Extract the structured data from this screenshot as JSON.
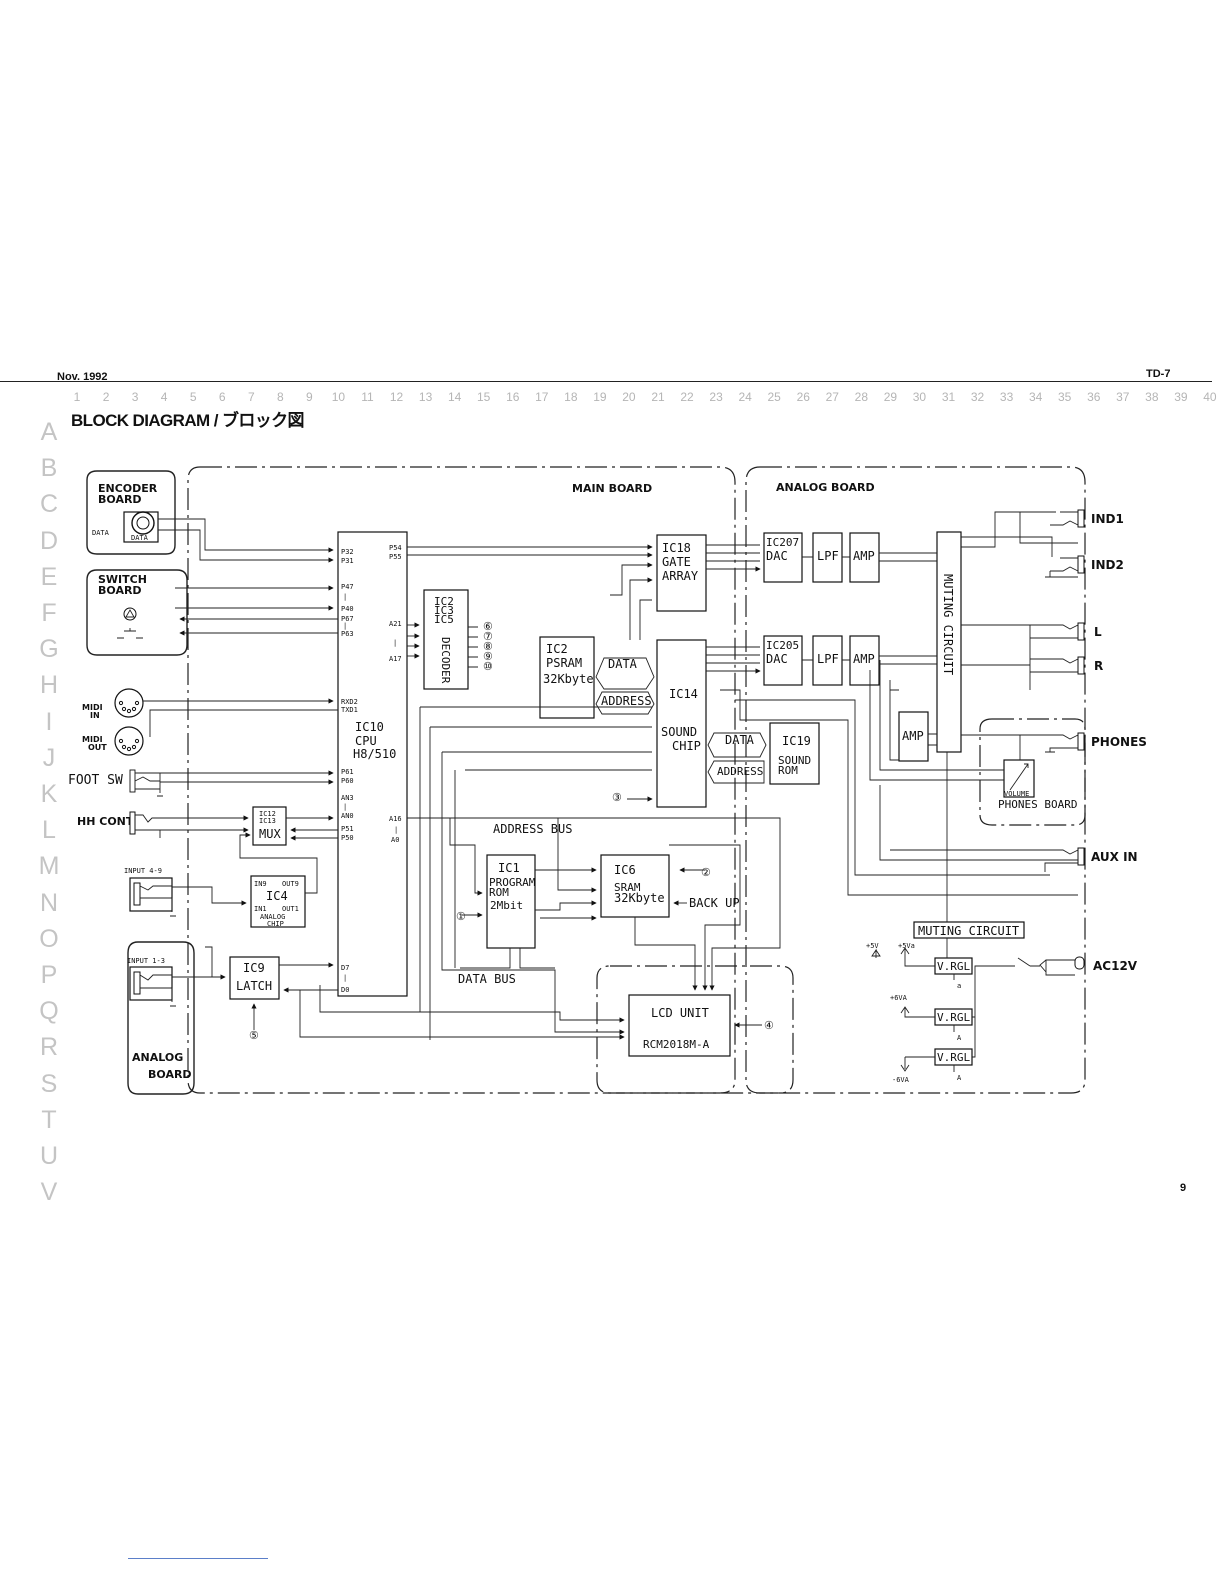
{
  "header": {
    "date": "Nov. 1992",
    "model": "TD-7",
    "page_number": "9"
  },
  "title": "BLOCK DIAGRAM / ブロック図",
  "grid": {
    "columns": [
      "1",
      "2",
      "3",
      "4",
      "5",
      "6",
      "7",
      "8",
      "9",
      "10",
      "11",
      "12",
      "13",
      "14",
      "15",
      "16",
      "17",
      "18",
      "19",
      "20",
      "21",
      "22",
      "23",
      "24",
      "25",
      "26",
      "27",
      "28",
      "29",
      "30",
      "31",
      "32",
      "33",
      "34",
      "35",
      "36",
      "37",
      "38",
      "39",
      "40"
    ],
    "rows": [
      "A",
      "B",
      "C",
      "D",
      "E",
      "F",
      "G",
      "H",
      "I",
      "J",
      "K",
      "L",
      "M",
      "N",
      "O",
      "P",
      "Q",
      "R",
      "S",
      "T",
      "U",
      "V"
    ]
  },
  "boards": {
    "main": "MAIN BOARD",
    "analog": "ANALOG BOARD",
    "encoder": [
      "ENCODER",
      "BOARD"
    ],
    "switch": [
      "SWITCH",
      "BOARD"
    ],
    "analog_left": [
      "ANALOG",
      "BOARD"
    ],
    "phones": "PHONES BOARD"
  },
  "encoder": {
    "data_label": "DATA",
    "inner_label": "DATA"
  },
  "cpu": {
    "name": [
      "IC10",
      "CPU",
      "H8/510"
    ],
    "pins": [
      "P32",
      "P31",
      "P47",
      "|",
      "P40",
      "P67",
      "|",
      "P63",
      "RXD2",
      "TXD1",
      "P61",
      "P60",
      "AN3",
      "|",
      "AN0",
      "P51",
      "P50",
      "D7",
      "|",
      "D0",
      "P54",
      "P55",
      "A21",
      "|",
      "A17",
      "A16",
      "|",
      "A0"
    ]
  },
  "decoder": {
    "ics": [
      "IC2",
      "IC3",
      "IC5"
    ],
    "label": "DECODER",
    "outputs": [
      "⑥",
      "⑦",
      "⑧",
      "⑨",
      "⑩"
    ]
  },
  "gate_array": [
    "IC18",
    "GATE",
    "ARRAY"
  ],
  "psram": [
    "IC2",
    "PSRAM",
    "32Kbyte"
  ],
  "sound_chip": [
    "IC14",
    "SOUND",
    "CHIP"
  ],
  "sound_rom": [
    "IC19",
    "SOUND",
    "ROM"
  ],
  "program_rom": [
    "IC1",
    "PROGRAM",
    "ROM",
    "2Mbit"
  ],
  "sram": [
    "IC6",
    "SRAM",
    "32Kbyte"
  ],
  "mux": [
    "IC12",
    "IC13",
    "MUX"
  ],
  "analog_chip": [
    "IN9",
    "OUT9",
    "IC4",
    "IN1",
    "OUT1",
    "ANALOG",
    "CHIP"
  ],
  "latch": [
    "IC9",
    "LATCH"
  ],
  "lcd": [
    "LCD UNIT",
    "RCM2018M-A"
  ],
  "dac1": [
    "IC207",
    "DAC"
  ],
  "dac2": [
    "IC205",
    "DAC"
  ],
  "lpf": "LPF",
  "amp": "AMP",
  "muting_vertical": "MUTING CIRCUIT",
  "muting_box": "MUTING CIRCUIT",
  "bus": {
    "data": "DATA",
    "address": "ADDRESS",
    "address_bus": "ADDRESS BUS",
    "data_bus": "DATA BUS",
    "backup": "BACK UP"
  },
  "markers": {
    "m1": "①",
    "m2": "②",
    "m3": "③",
    "m4": "④",
    "m5": "⑤"
  },
  "jacks_left": {
    "midi_in": [
      "MIDI",
      "IN"
    ],
    "midi_out": [
      "MIDI",
      "OUT"
    ],
    "foot_sw": "FOOT SW",
    "hh_cont": "HH CONT",
    "input_4_9": "INPUT 4-9",
    "input_1_3": "INPUT 1-3"
  },
  "jacks_right": {
    "ind1": "IND1",
    "ind2": "IND2",
    "l": "L",
    "r": "R",
    "phones": "PHONES",
    "aux_in": "AUX IN",
    "ac12v": "AC12V"
  },
  "volume": "VOLUME",
  "power": {
    "v5": "+5V",
    "v5a": "+5Va",
    "v6a": "+6VA",
    "vm6a": "-6VA",
    "vrgl": "V.RGL",
    "gnd_a": "a",
    "gnd_A": "A"
  }
}
